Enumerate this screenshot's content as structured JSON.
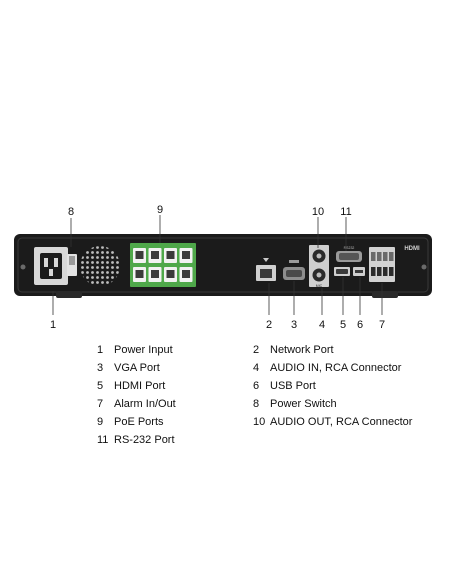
{
  "callouts": {
    "c1": "1",
    "c2": "2",
    "c3": "3",
    "c4": "4",
    "c5": "5",
    "c6": "6",
    "c7": "7",
    "c8": "8",
    "c9": "9",
    "c10": "10",
    "c11": "11"
  },
  "panel_labels": {
    "rs232": "RS232",
    "hdmi_logo": "HDMI",
    "mic": "MIC"
  },
  "legend": [
    {
      "num": "1",
      "label": "Power Input"
    },
    {
      "num": "2",
      "label": "Network Port"
    },
    {
      "num": "3",
      "label": "VGA Port"
    },
    {
      "num": "4",
      "label": "AUDIO IN, RCA Connector"
    },
    {
      "num": "5",
      "label": "HDMI Port"
    },
    {
      "num": "6",
      "label": "USB Port"
    },
    {
      "num": "7",
      "label": "Alarm In/Out"
    },
    {
      "num": "8",
      "label": "Power Switch"
    },
    {
      "num": "9",
      "label": "PoE Ports"
    },
    {
      "num": "10",
      "label": "AUDIO OUT, RCA Connector"
    },
    {
      "num": "11",
      "label": "RS-232 Port"
    }
  ],
  "colors": {
    "chassis": "#1b1b1b",
    "poe_green": "#4fa84a",
    "panel_grey": "#cfcfcf"
  }
}
